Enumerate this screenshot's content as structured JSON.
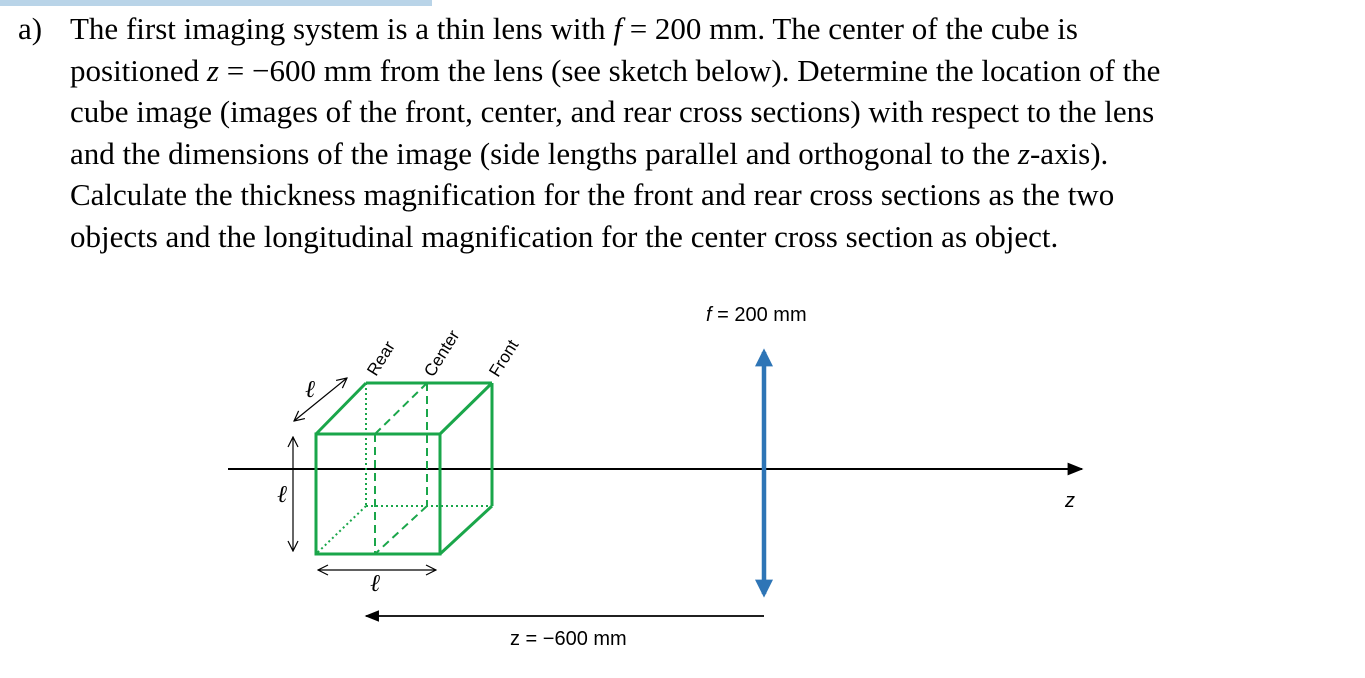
{
  "problem": {
    "label": "a)",
    "lines": [
      [
        "The first imaging system is a thin lens with ",
        {
          "i": "f"
        },
        " = 200 mm. The center of the cube is"
      ],
      [
        "positioned ",
        {
          "i": "z"
        },
        " = −600 mm from the lens (see sketch below). Determine the location of the"
      ],
      [
        "cube image (images of the front, center, and rear cross sections) with respect to the lens"
      ],
      [
        "and the dimensions of the image (side lengths parallel and orthogonal to the ",
        {
          "i": "z"
        },
        "-axis)."
      ],
      [
        "Calculate the thickness magnification for the front and rear cross sections as the two"
      ],
      [
        "objects and the longitudinal magnification for the center cross section as object."
      ]
    ]
  },
  "figure": {
    "lens_label_var": "f",
    "lens_label_rest": " = 200 mm",
    "axis_label": "z",
    "distance_label": "z = −600 mm",
    "section_labels": {
      "rear": "Rear",
      "center": "Center",
      "front": "Front"
    },
    "length_symbol": "ℓ",
    "colors": {
      "cube": "#1aa64a",
      "lens": "#2e75b6",
      "axis": "#000000",
      "top_rule": "#b9d4e8"
    }
  }
}
